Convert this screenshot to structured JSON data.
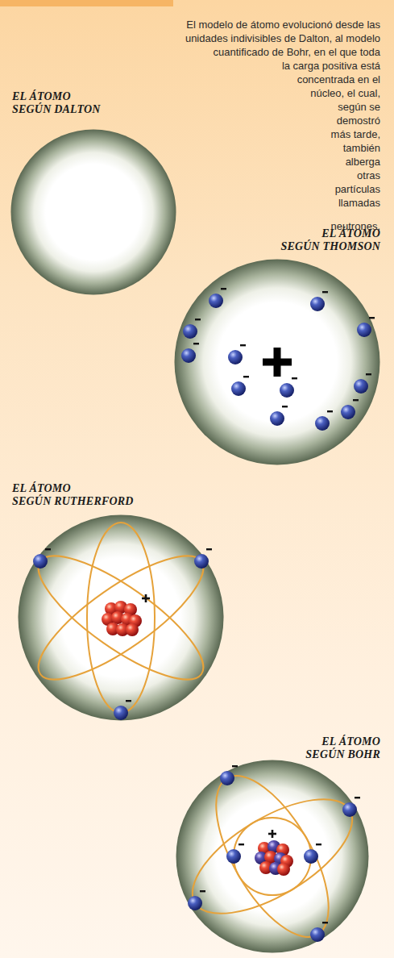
{
  "diagram": {
    "nodes": [
      {
        "text": [
          "EL ÁTOMO SEGÚN DALTON"
        ]
      },
      {
        "text": [
          "EL ÁTOMO SEGÚN THOMSON"
        ]
      },
      {
        "text": [
          "EL ÁTOMO SEGÚN RUTHERFORD"
        ]
      },
      {
        "text": [
          "EL ÁTOMO SEGÚN BOHR"
        ]
      }
    ],
    "labels": [
      "El modelo de átomo evolucionó desde las unidades indivisibles de Dalton, al modelo cuantificado de Bohr, en el que toda la carga positiva está concentrada en el núcleo, el cual, según se demostró más tarde, también alberga otras partículas llamadas neutrones."
    ]
  }
}
